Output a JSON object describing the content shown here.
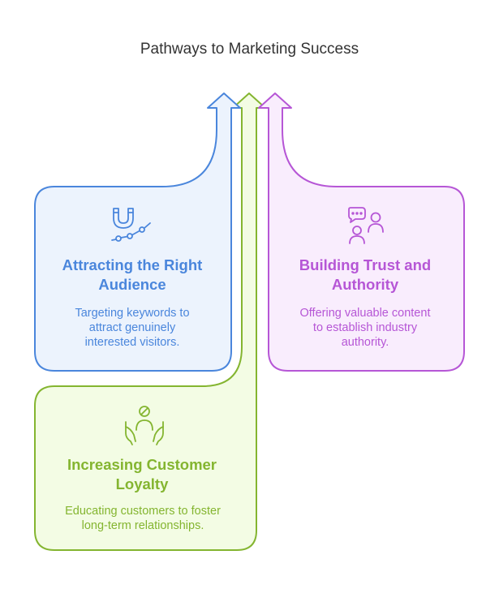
{
  "title": "Pathways to Marketing Success",
  "colors": {
    "blue": "#4a86dc",
    "blue_fill": "#ecf3fd",
    "purple": "#b656d6",
    "purple_fill": "#f9edfd",
    "green": "#84b530",
    "green_fill": "#f3fce4"
  },
  "cards": [
    {
      "title": "Attracting the Right Audience",
      "description": "Targeting keywords to attract genuinely interested visitors.",
      "icon": "magnet-icon"
    },
    {
      "title": "Building Trust and Authority",
      "description": "Offering valuable content to establish industry authority.",
      "icon": "people-chat-icon"
    },
    {
      "title": "Increasing Customer Loyalty",
      "description": "Educating customers to foster long-term relationships.",
      "icon": "care-hands-icon"
    }
  ]
}
